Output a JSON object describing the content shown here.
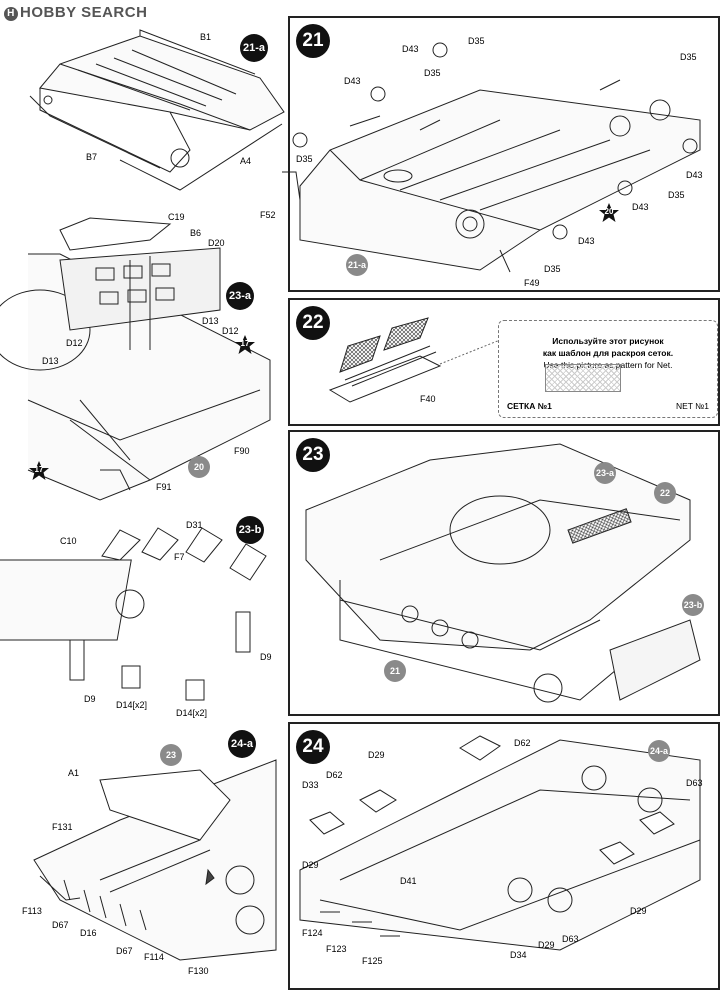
{
  "logo": {
    "text": "HOBBY SEARCH",
    "badge": "H"
  },
  "steps": {
    "s21": "21",
    "s22": "22",
    "s23": "23",
    "s24": "24"
  },
  "subs": {
    "a21": "21-a",
    "a23": "23-a",
    "b23": "23-b",
    "a24": "24-a"
  },
  "refs": {
    "r21a": "21-a",
    "r20": "20",
    "r23a": "23-a",
    "r22": "22",
    "r23b": "23-b",
    "r21": "21",
    "r23": "23",
    "r24a": "24-a"
  },
  "stars": {
    "st20": "20",
    "st17a": "17",
    "st17b": "17"
  },
  "note": {
    "line1": "Используйте этот рисунок",
    "line2": "как шаблон для раскроя сеток.",
    "line3": "Use this picture as pattern for Net.",
    "caption_ru": "СЕТКА №1",
    "caption_en": "NET №1"
  },
  "parts": {
    "p21a": {
      "B1": "B1",
      "B7": "B7",
      "A4": "A4"
    },
    "p21": {
      "D43a": "D43",
      "D35a": "D35",
      "D35b": "D35",
      "D43b": "D43",
      "D35c": "D35",
      "F52": "F52",
      "D35d": "D35",
      "D43c": "D43",
      "D35e": "D35",
      "D43d": "D43",
      "D43e": "D43",
      "D35f": "D35",
      "F49": "F49"
    },
    "p23a": {
      "C19": "C19",
      "B6": "B6",
      "D20": "D20",
      "D13a": "D13",
      "D12a": "D12",
      "D13b": "D13",
      "D12b": "D12",
      "F90": "F90",
      "F91": "F91"
    },
    "p22": {
      "F40": "F40"
    },
    "p23b": {
      "C10": "C10",
      "D31": "D31",
      "F7": "F7",
      "D9a": "D9",
      "D9b": "D9",
      "D14a": "D14[x2]",
      "D14b": "D14[x2]"
    },
    "p24a": {
      "A1": "A1",
      "F131": "F131",
      "F113": "F113",
      "D67a": "D67",
      "D16": "D16",
      "D67b": "D67",
      "F114": "F114",
      "F130": "F130"
    },
    "p24": {
      "D29a": "D29",
      "D62a": "D62",
      "D33": "D33",
      "D62b": "D62",
      "D63a": "D63",
      "D29b": "D29",
      "D41": "D41",
      "D29c": "D29",
      "F124": "F124",
      "F123": "F123",
      "F125": "F125",
      "D34": "D34",
      "D29d": "D29",
      "D63b": "D63"
    }
  }
}
